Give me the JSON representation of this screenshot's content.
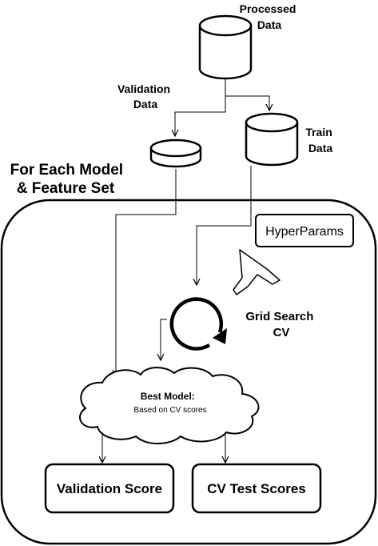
{
  "nodes": {
    "processed_data": {
      "line1": "Processed",
      "line2": "Data"
    },
    "validation_data": {
      "line1": "Validation",
      "line2": "Data"
    },
    "train_data": {
      "line1": "Train",
      "line2": "Data"
    },
    "loop_heading": {
      "line1": "For Each Model",
      "line2": "& Feature Set"
    },
    "hyperparams": {
      "label": "HyperParams"
    },
    "grid_search": {
      "line1": "Grid Search",
      "line2": "CV"
    },
    "best_model": {
      "line1": "Best Model:",
      "line2": "Based on CV scores"
    },
    "validation_score": {
      "label": "Validation Score"
    },
    "cv_test_scores": {
      "label": "CV Test Scores"
    }
  },
  "icons": [
    "database-icon",
    "filter-funnel-icon",
    "cycle-arrow-icon"
  ],
  "colors": {
    "stroke": "#000000",
    "background": "#ffffff"
  }
}
